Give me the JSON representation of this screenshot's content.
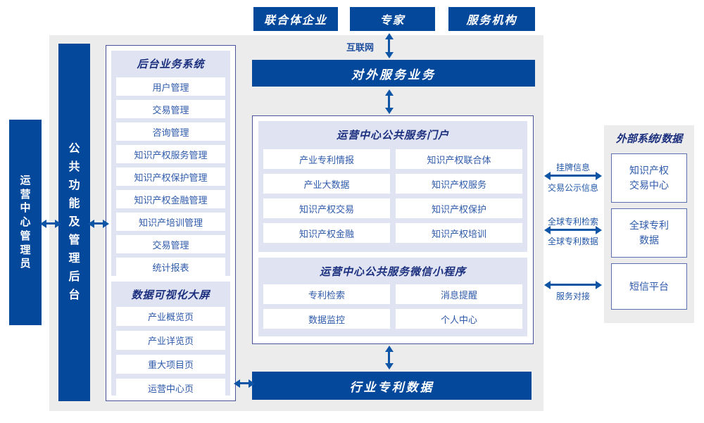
{
  "top_actors": [
    "联合体企业",
    "专家",
    "服务机构"
  ],
  "internet_label": "互联网",
  "external_service_bar": "对外服务业务",
  "operator_admin": "运营中心管理员",
  "backend_bar": "公共功能及管理后台",
  "backend_system": {
    "title": "后台业务系统",
    "items": [
      "用户管理",
      "交易管理",
      "咨询管理",
      "知识产权服务管理",
      "知识产权保护管理",
      "知识产权金融管理",
      "知识产培训管理",
      "交易管理",
      "统计报表"
    ]
  },
  "data_visualization": {
    "title": "数据可视化大屏",
    "items": [
      "产业概览页",
      "产业详览页",
      "重大项目页",
      "运营中心页"
    ]
  },
  "portal": {
    "title": "运营中心公共服务门户",
    "items": [
      "产业专利情报",
      "知识产权联合体",
      "产业大数据",
      "知识产权服务",
      "知识产权交易",
      "知识产权保护",
      "知识产权金融",
      "知识产权培训"
    ]
  },
  "mini_program": {
    "title": "运营中心公共服务微信小程序",
    "items": [
      "专利检索",
      "消息提醒",
      "数据监控",
      "个人中心"
    ]
  },
  "industry_patent_bar": "行业专利数据",
  "external_systems": {
    "title": "外部系统/数据",
    "boxes": [
      "知识产权交易中心",
      "全球专利数据",
      "短信平台"
    ],
    "link_labels": [
      "挂牌信息",
      "交易公示信息",
      "全球专利检索",
      "全球专利数据",
      "服务对接"
    ]
  },
  "colors": {
    "primary_blue": "#04489c",
    "arrow_blue": "#0f55a6",
    "panel_lavender": "#dfe3f2",
    "box_border_navy": "#4a549c",
    "item_text_blue": "#2e5aab",
    "title_navy": "#1b2f7e",
    "backdrop_gray": "#ececec"
  }
}
